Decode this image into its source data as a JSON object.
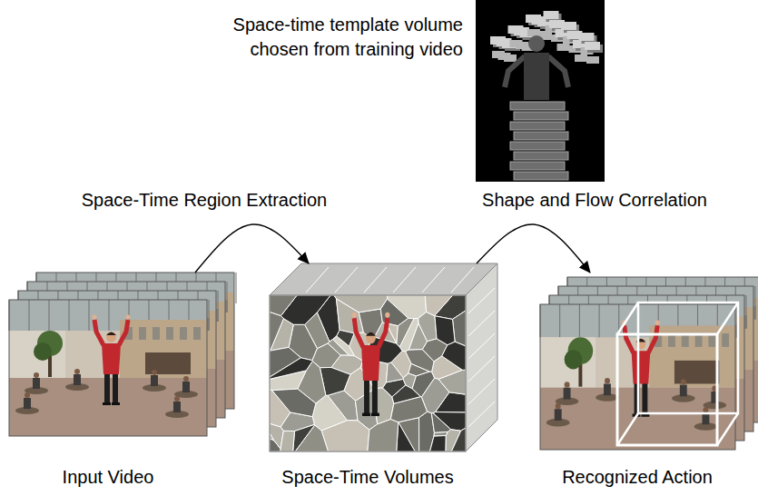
{
  "diagram": {
    "nodes": [
      {
        "text": [
          "Space-time template volume chosen from training video"
        ]
      },
      {
        "text": [
          "Input Video"
        ]
      },
      {
        "text": [
          "Space-Time Volumes"
        ]
      },
      {
        "text": [
          "Recognized Action"
        ]
      }
    ],
    "edges": [
      {
        "from": 1,
        "to": 2,
        "arrow": "to",
        "label": "Space-Time Region Extraction"
      },
      {
        "from": 2,
        "to": 3,
        "arrow": "to",
        "label": "Shape and Flow Correlation"
      }
    ]
  }
}
